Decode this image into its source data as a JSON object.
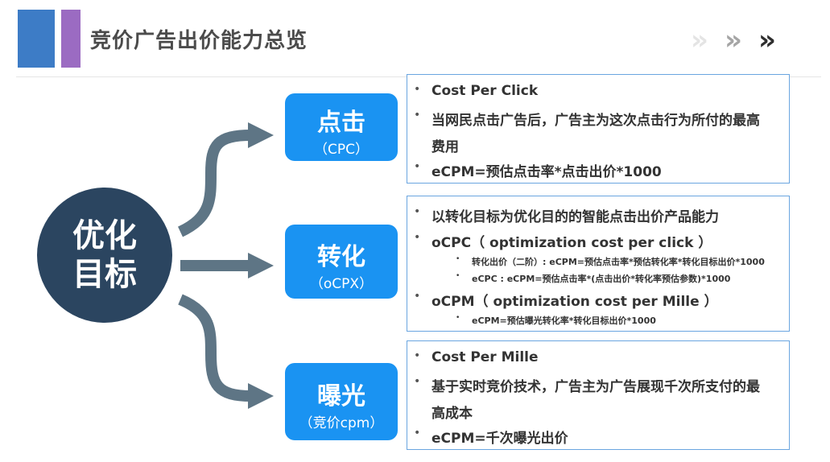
{
  "header": {
    "title": "竞价广告出价能力总览",
    "chevrons": [
      "»",
      "»",
      "»"
    ]
  },
  "goal": {
    "line1": "优化",
    "line2": "目标"
  },
  "categories": [
    {
      "title": "点击",
      "sub": "（CPC）"
    },
    {
      "title": "转化",
      "sub": "（oCPX）"
    },
    {
      "title": "曝光",
      "sub": "（竞价cpm）"
    }
  ],
  "panels": {
    "cpc": {
      "items": [
        "Cost Per Click",
        "当网民点击广告后，广告主为这次点击行为所付的最高",
        "费用",
        "eCPM=预估点击率*点击出价*1000"
      ]
    },
    "ocpx": {
      "items": [
        "以转化目标为优化目的的智能点击出价产品能力",
        "oCPC（ optimization cost per click ）",
        "oCPM（  optimization cost per Mille  ）"
      ],
      "subs": [
        "转化出价（二阶）: eCPM=预估点击率*预估转化率*转化目标出价*1000",
        "eCPC : eCPM=预估点击率*(点击出价*转化率预估参数)*1000",
        "eCPM=预估曝光转化率*转化目标出价*1000"
      ]
    },
    "cpm": {
      "items": [
        "Cost Per Mille",
        "基于实时竞价技术，广告主为广告展现千次所支付的最",
        "高成本",
        "eCPM=千次曝光出价"
      ]
    }
  },
  "colors": {
    "goal": "#2b4560",
    "category": "#1a93f2",
    "arrow": "#5e7585",
    "panel_border": "#6aa5e0"
  }
}
